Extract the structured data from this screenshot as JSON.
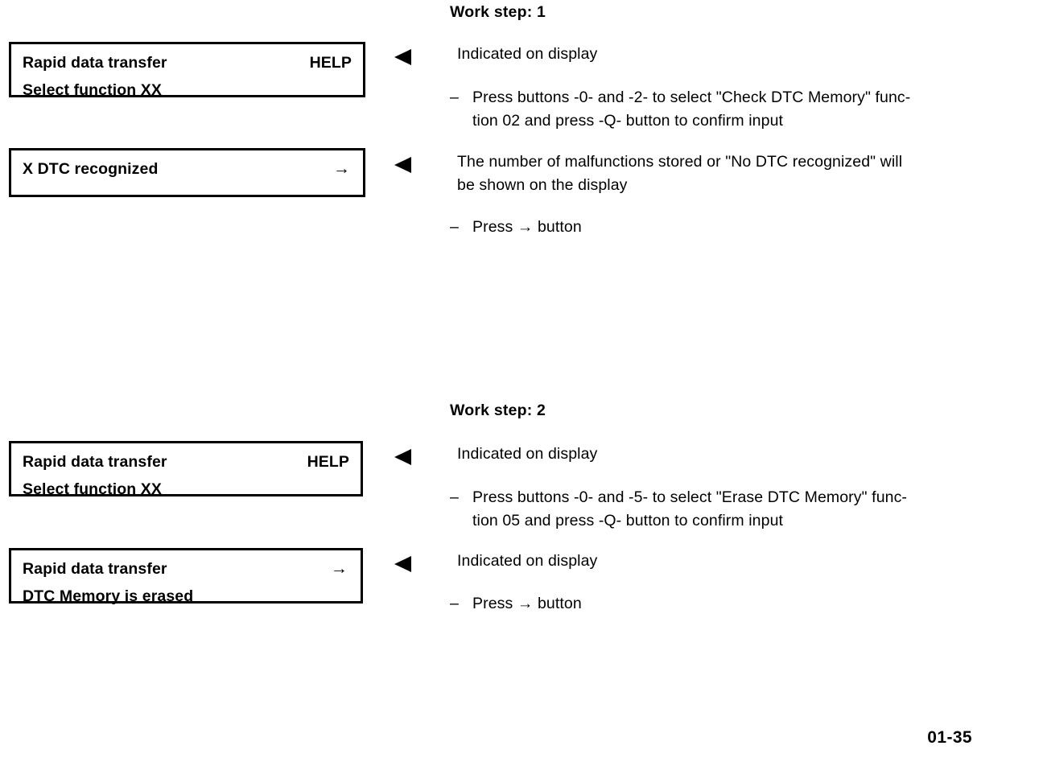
{
  "page": {
    "number": "01-35"
  },
  "icons": {
    "callout_marker": "left-triangle-icon",
    "right_arrow": "→"
  },
  "sections": [
    {
      "heading": "Work step: 1",
      "displays": [
        {
          "name": "rapid-data-transfer-select-function",
          "line1": "Rapid data transfer",
          "line1_right": "HELP",
          "line2": "Select function XX",
          "line2_right": ""
        },
        {
          "name": "dtc-recognized",
          "line1": "X DTC recognized",
          "line1_right": "→",
          "line2": "",
          "line2_right": ""
        }
      ],
      "callouts": [
        {
          "text": "Indicated on display",
          "bullets": [
            {
              "dash": "–",
              "text": "Press buttons -0- and -2- to select \"Check DTC Memory\" func-\ntion 02 and press -Q- button to confirm input"
            }
          ]
        },
        {
          "text": "The number of malfunctions stored or \"No DTC recognized\" will\nbe shown on the display",
          "bullets": [
            {
              "dash": "–",
              "text": "Press → button"
            }
          ]
        }
      ]
    },
    {
      "heading": "Work step: 2",
      "displays": [
        {
          "name": "rapid-data-transfer-select-function",
          "line1": "Rapid data transfer",
          "line1_right": "HELP",
          "line2": "Select function XX",
          "line2_right": ""
        },
        {
          "name": "dtc-memory-erased",
          "line1": "Rapid data transfer",
          "line1_right": "→",
          "line2": "DTC Memory is erased",
          "line2_right": ""
        }
      ],
      "callouts": [
        {
          "text": "Indicated on display",
          "bullets": [
            {
              "dash": "–",
              "text": "Press buttons -0- and -5- to select \"Erase DTC Memory\" func-\ntion 05 and press -Q- button to confirm input"
            }
          ]
        },
        {
          "text": "Indicated on display",
          "bullets": [
            {
              "dash": "–",
              "text": "Press → button"
            }
          ]
        }
      ]
    }
  ]
}
